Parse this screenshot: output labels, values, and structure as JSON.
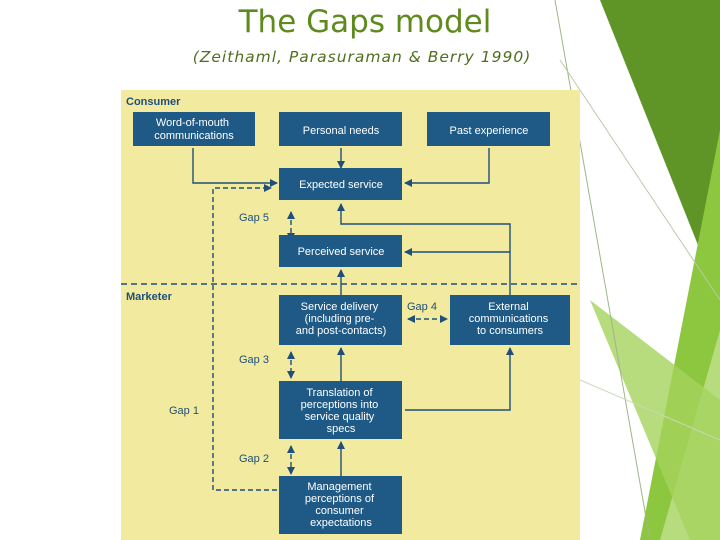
{
  "slide": {
    "title": "The Gaps model",
    "subtitle": "(Zeithaml, Parasuraman & Berry 1990)"
  },
  "colors": {
    "accent_green": "#8dc63f",
    "dark_green": "#4d7f21",
    "diagram_bg": "#f2ea9e",
    "box_fill": "#1f5a86",
    "label_blue": "#1f4f7a"
  },
  "diagram": {
    "sections": {
      "consumer": "Consumer",
      "marketer": "Marketer"
    },
    "boxes": {
      "word_of_mouth": [
        "Word-of-mouth",
        "communications"
      ],
      "personal_needs": [
        "Personal needs"
      ],
      "past_experience": [
        "Past experience"
      ],
      "expected_service": [
        "Expected service"
      ],
      "perceived_service": [
        "Perceived service"
      ],
      "service_delivery": [
        "Service delivery",
        "(including pre-",
        "and post-contacts)"
      ],
      "external_communications": [
        "External",
        "communications",
        "to consumers"
      ],
      "translation": [
        "Translation of",
        "perceptions into",
        "service quality",
        "specs"
      ],
      "management_perceptions": [
        "Management",
        "perceptions of",
        "consumer",
        "expectations"
      ]
    },
    "gaps": {
      "gap1": "Gap 1",
      "gap2": "Gap 2",
      "gap3": "Gap 3",
      "gap4": "Gap 4",
      "gap5": "Gap 5"
    }
  }
}
